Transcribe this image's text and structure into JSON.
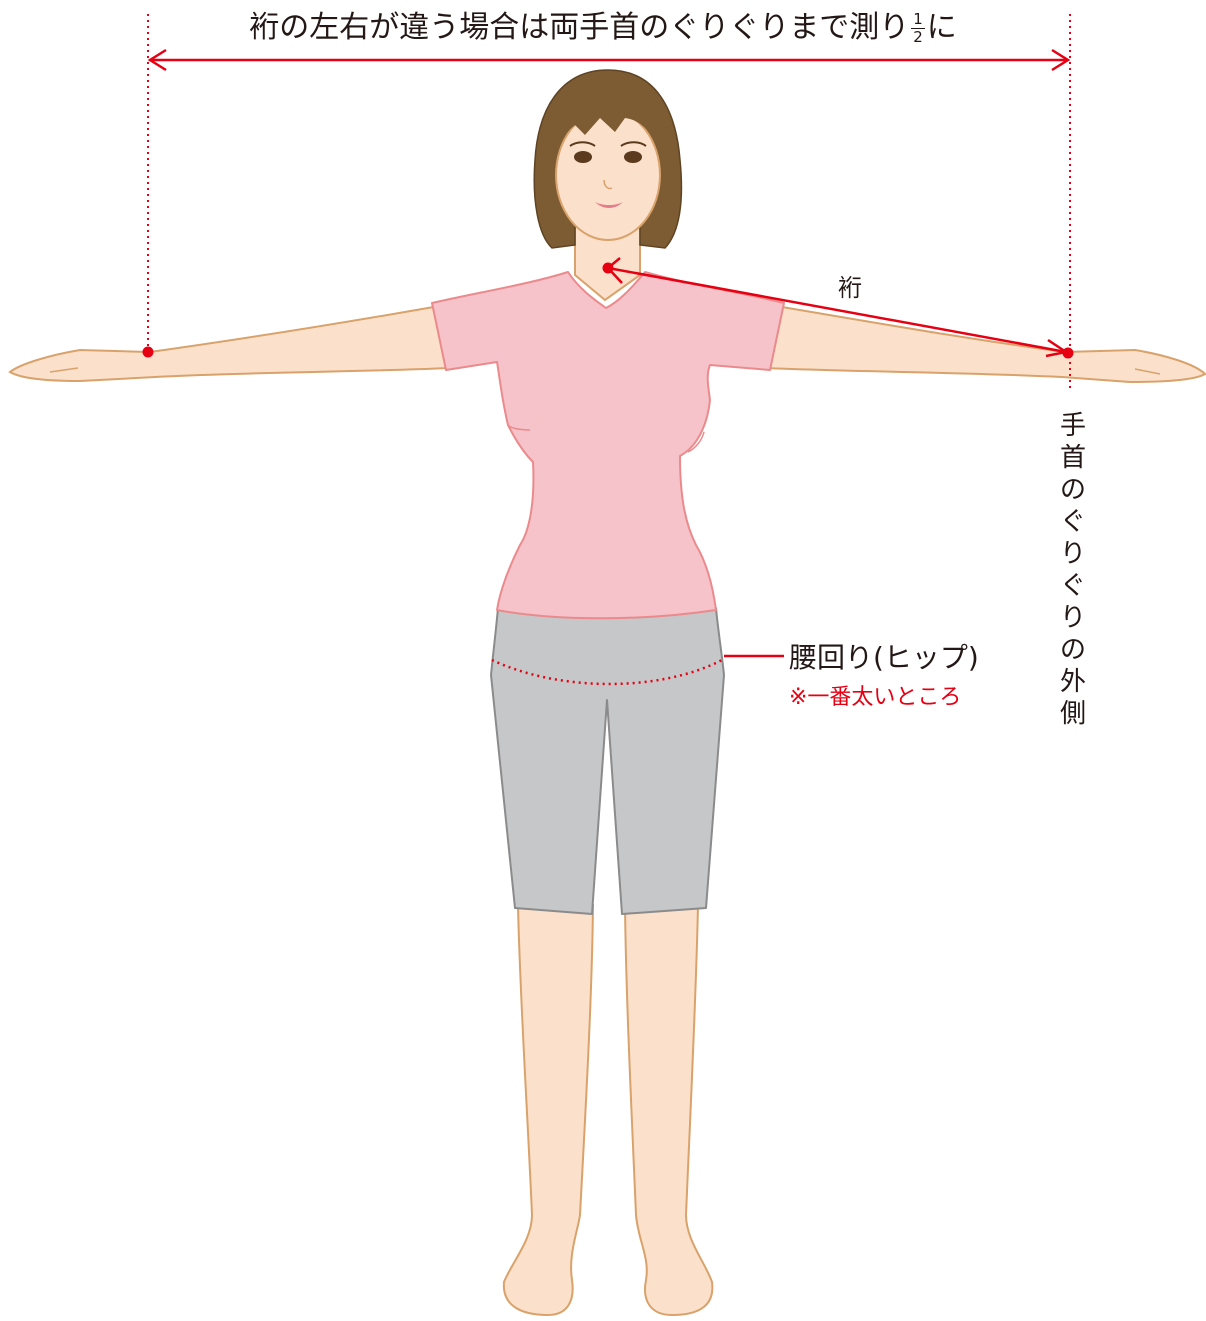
{
  "title": {
    "before_fraction": "裄の左右が違う場合は両手首のぐりぐりまで測り",
    "fraction_numerator": "1",
    "fraction_denominator": "2",
    "after_fraction": "に"
  },
  "yuki_label": "裄",
  "wrist_label": "手首のぐりぐりの外側",
  "hip_label": "腰回り(ヒップ)",
  "hip_note": "※一番太いところ",
  "colors": {
    "measure_red": "#e60012",
    "skin": "#fbe1cb",
    "skin_outline": "#d9a26b",
    "shirt": "#f5c3c9",
    "shirt_outline": "#eb8a8c",
    "shorts": "#c6c7c9",
    "shorts_outline": "#8b8b8b",
    "hair": "#7d5c33",
    "text": "#231815"
  },
  "icons": {
    "figure": "woman-t-pose-figure",
    "dimension_arrow": "double-headed-arrow",
    "sleeve_arrow": "neck-to-wrist-arrow"
  }
}
